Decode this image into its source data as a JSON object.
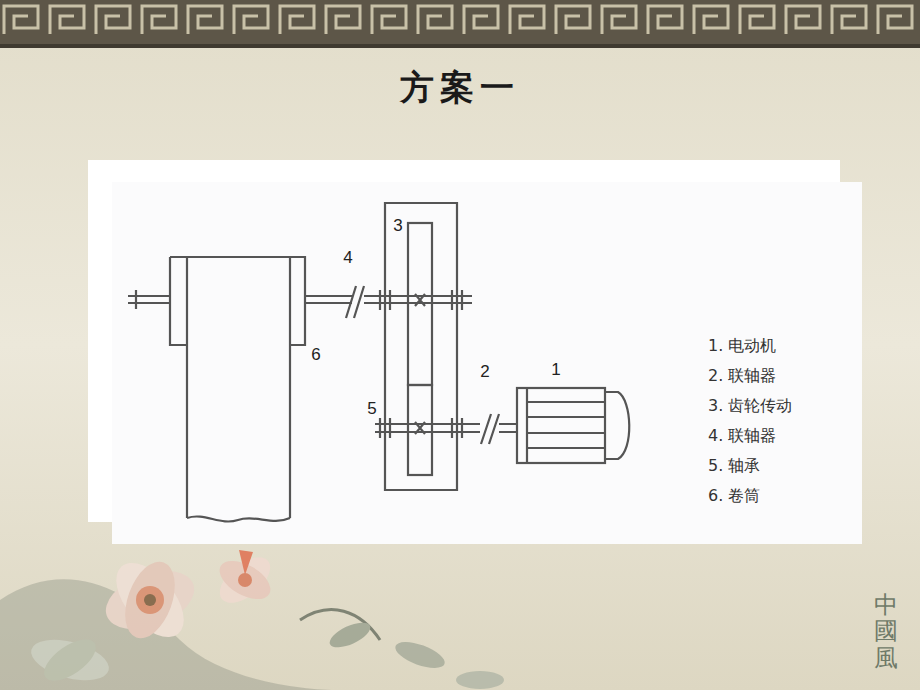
{
  "diagram": {
    "title": "方案一",
    "labels": [
      "4",
      "3",
      "2",
      "1",
      "5",
      "6",
      "1. 电动机",
      "2. 联轴器",
      "3. 齿轮传动",
      "4. 联轴器",
      "5. 轴承",
      "6. 卷筒",
      "中國風"
    ]
  }
}
